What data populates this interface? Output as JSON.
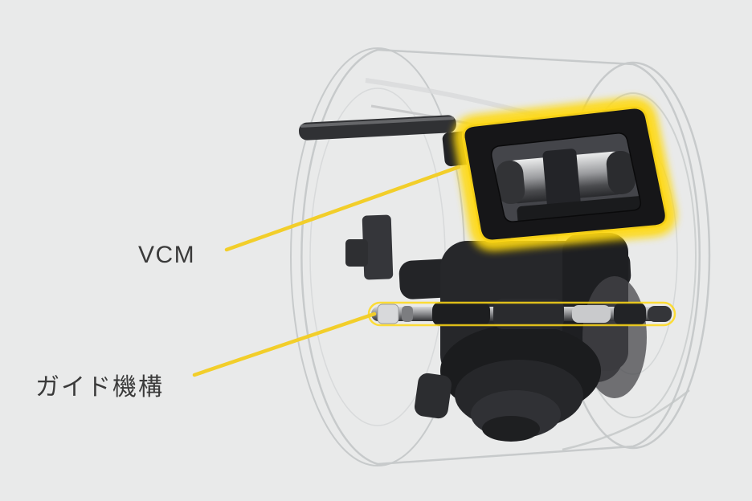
{
  "diagram": {
    "description": "Cutaway illustration of a camera lens barrel with highlighted internal actuator parts",
    "annotations": [
      {
        "id": "vcm",
        "label": "VCM",
        "target": "voice-coil-motor-actuator"
      },
      {
        "id": "guide",
        "label": "ガイド機構",
        "target": "guide-mechanism-shaft"
      }
    ]
  },
  "colors": {
    "background": "#e9eaea",
    "highlight": "#ffd918",
    "leader": "#f2ce2a",
    "label_text": "#3a3a3a",
    "ghost_stroke": "#c7cacb",
    "part_dark": "#1f2022"
  }
}
